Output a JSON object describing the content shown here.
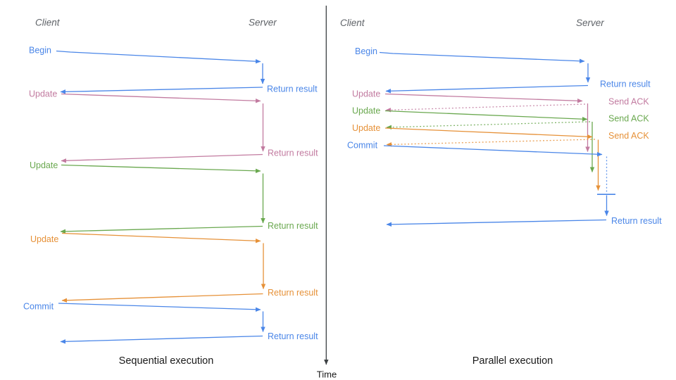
{
  "colors": {
    "blue": "#4a86e8",
    "pink": "#c27ba0",
    "green": "#6aa84f",
    "orange": "#e69138",
    "header_gray": "#5f6368",
    "text_black": "#1a1a1a",
    "axis_gray": "#3c4043"
  },
  "time_axis": {
    "label": "Time"
  },
  "sequential": {
    "title": "Sequential execution",
    "client_header": "Client",
    "server_header": "Server",
    "messages": [
      {
        "label": "Begin",
        "color": "blue",
        "return_label": "Return result"
      },
      {
        "label": "Update",
        "color": "pink",
        "return_label": "Return result"
      },
      {
        "label": "Update",
        "color": "green",
        "return_label": "Return result"
      },
      {
        "label": "Update",
        "color": "orange",
        "return_label": "Return result"
      },
      {
        "label": "Commit",
        "color": "blue",
        "return_label": "Return result"
      }
    ]
  },
  "parallel": {
    "title": "Parallel execution",
    "client_header": "Client",
    "server_header": "Server",
    "messages": [
      {
        "label": "Begin",
        "color": "blue",
        "return_label": "Return result"
      },
      {
        "label": "Update",
        "color": "pink",
        "ack_label": "Send ACK"
      },
      {
        "label": "Update",
        "color": "green",
        "ack_label": "Send ACK"
      },
      {
        "label": "Update",
        "color": "orange",
        "ack_label": "Send ACK"
      },
      {
        "label": "Commit",
        "color": "blue",
        "return_label": "Return result"
      }
    ]
  }
}
